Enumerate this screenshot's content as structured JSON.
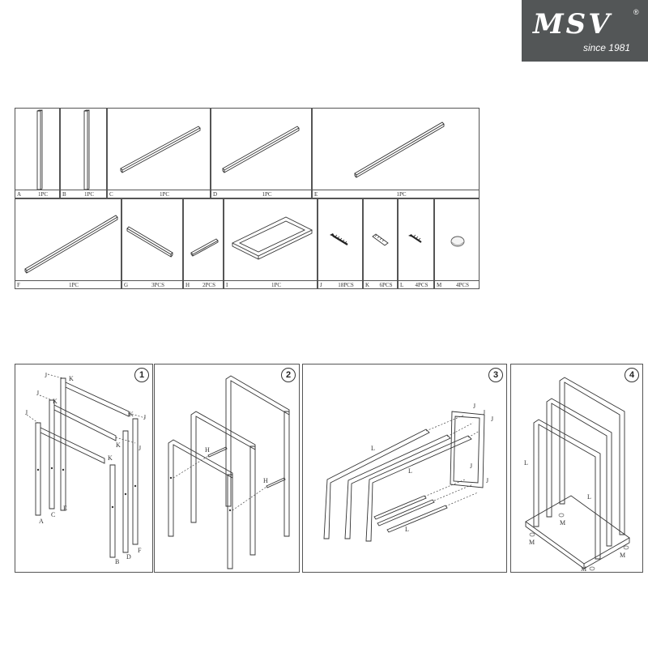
{
  "brand": {
    "name": "MSV",
    "registered": "®",
    "tagline": "since 1981"
  },
  "parts": [
    {
      "letter": "A",
      "qty": "1PC"
    },
    {
      "letter": "B",
      "qty": "1PC"
    },
    {
      "letter": "C",
      "qty": "1PC"
    },
    {
      "letter": "D",
      "qty": "1PC"
    },
    {
      "letter": "E",
      "qty": "1PC"
    },
    {
      "letter": "F",
      "qty": "1PC"
    },
    {
      "letter": "G",
      "qty": "3PCS"
    },
    {
      "letter": "H",
      "qty": "2PCS"
    },
    {
      "letter": "I",
      "qty": "1PC"
    },
    {
      "letter": "J",
      "qty": "18PCS"
    },
    {
      "letter": "K",
      "qty": "6PCS"
    },
    {
      "letter": "L",
      "qty": "4PCS"
    },
    {
      "letter": "M",
      "qty": "4PCS"
    }
  ],
  "steps": [
    {
      "number": "1",
      "labels": [
        "J",
        "J",
        "J",
        "J",
        "J",
        "K",
        "K",
        "K",
        "K",
        "K",
        "A",
        "B",
        "C",
        "D",
        "E",
        "F"
      ]
    },
    {
      "number": "2",
      "labels": [
        "H",
        "H"
      ]
    },
    {
      "number": "3",
      "labels": [
        "J",
        "J",
        "J",
        "J",
        "J",
        "L",
        "L",
        "L"
      ]
    },
    {
      "number": "4",
      "labels": [
        "L",
        "L",
        "M",
        "M",
        "M",
        "M"
      ]
    }
  ]
}
